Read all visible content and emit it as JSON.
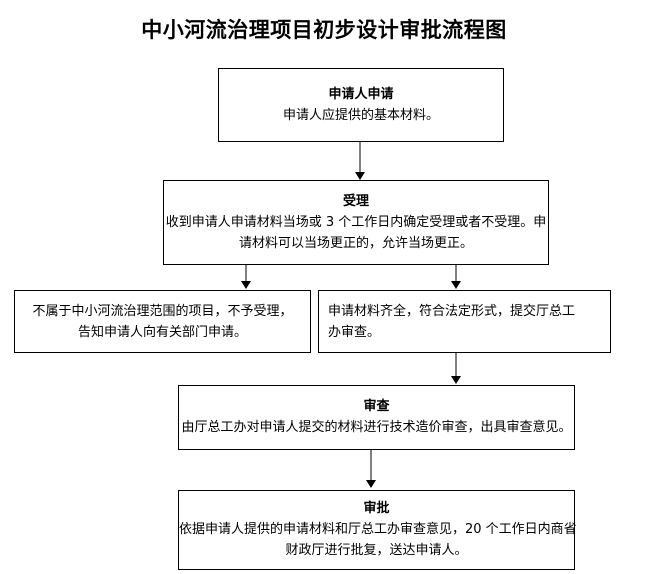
{
  "title": "中小河流治理项目初步设计审批流程图",
  "flowchart": {
    "nodes": [
      {
        "id": "apply",
        "heading": "申请人申请",
        "lines": [
          "申请人应提供的基本材料。"
        ],
        "align": "center"
      },
      {
        "id": "accept",
        "heading": "受理",
        "lines": [
          "收到申请人申请材料当场或 3 个工作日内确定受理或者不受理。申",
          "请材料可以当场更正的，允许当场更正。"
        ],
        "align": "center"
      },
      {
        "id": "reject",
        "heading": "",
        "lines": [
          "不属于中小河流治理范围的项目，不予受理，",
          "告知申请人向有关部门申请。"
        ],
        "align": "center"
      },
      {
        "id": "forward",
        "heading": "",
        "lines": [
          "申请材料齐全，符合法定形式，提交厅总工",
          "办审查。"
        ],
        "align": "left"
      },
      {
        "id": "review",
        "heading": "审查",
        "lines": [
          "由厅总工办对申请人提交的材料进行技术造价审查，出具审查意见。"
        ],
        "align": "center"
      },
      {
        "id": "approve",
        "heading": "审批",
        "lines": [
          "依据申请人提供的申请材料和厅总工办审查意见，20 个工作日内商省",
          "财政厅进行批复，送达申请人。"
        ],
        "align": "center"
      }
    ],
    "edges": [
      {
        "id": "apply-accept",
        "from": "apply",
        "to": "accept"
      },
      {
        "id": "accept-reject",
        "from": "accept",
        "to": "reject"
      },
      {
        "id": "accept-forward",
        "from": "accept",
        "to": "forward"
      },
      {
        "id": "forward-review",
        "from": "forward",
        "to": "review"
      },
      {
        "id": "review-approve",
        "from": "review",
        "to": "approve"
      }
    ]
  },
  "colors": {
    "background": "#ffffff",
    "box_border": "#000000",
    "text": "#000000",
    "connector_line": "#808080",
    "arrow_head": "#000000"
  }
}
